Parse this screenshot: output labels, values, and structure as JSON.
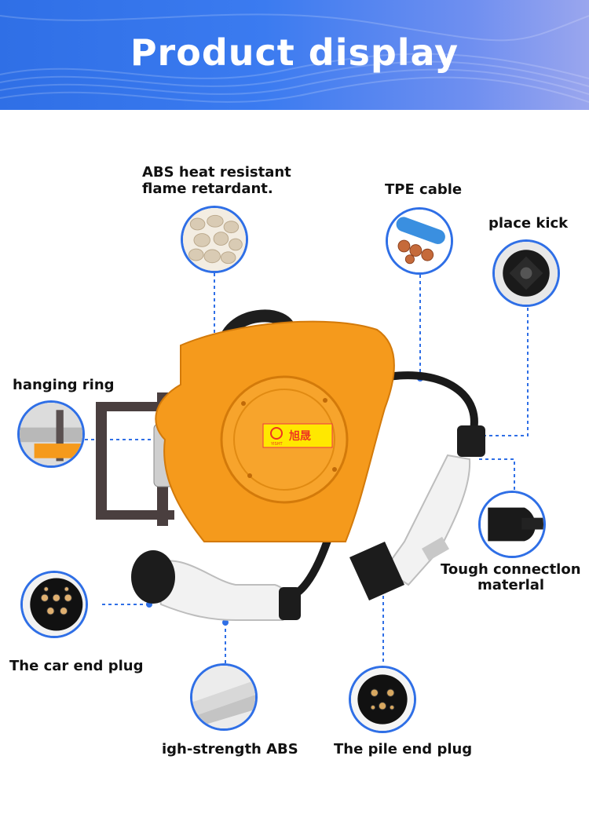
{
  "banner": {
    "title": "Product display",
    "colors": {
      "start": "#2f6fe6",
      "end": "#9aa6ee"
    }
  },
  "labels": {
    "abs_material_line1": "ABS heat resistant",
    "abs_material_line2": "flame retardant.",
    "tpe_cable": "TPE cable",
    "place_kick": "place kick",
    "hanging_ring": "hanging ring",
    "tough_connection_line1": "Tough connectlon",
    "tough_connection_line2": "materlal",
    "car_end_plug": "The car end plug",
    "high_strength_abs": "igh-strength ABS",
    "pile_end_plug": "The pile end plug"
  },
  "device": {
    "logo_text": "旭晟",
    "logo_sub": "YISHT",
    "body_color": "#f59a1c",
    "callout_color": "#2f6fe6"
  }
}
